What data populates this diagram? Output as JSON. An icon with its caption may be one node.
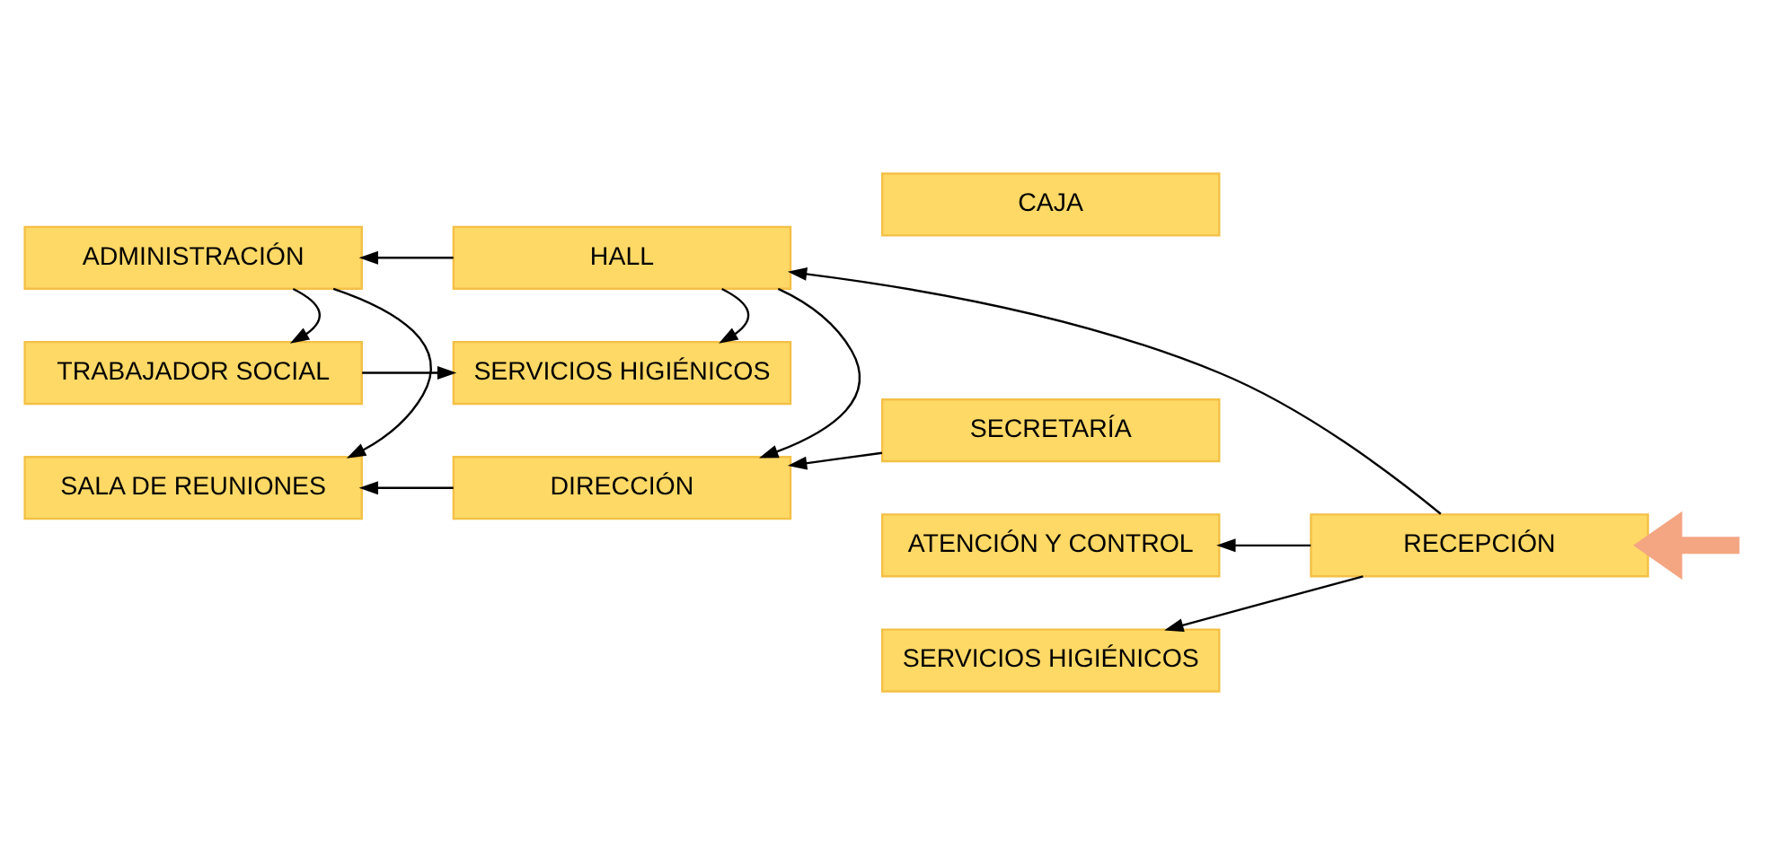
{
  "diagram": {
    "nodes": [
      {
        "text": [
          "RECEPCIÓN"
        ]
      },
      {
        "text": [
          "CAJA"
        ]
      },
      {
        "text": [
          "ATENCIÓN Y CONTROL"
        ]
      },
      {
        "text": [
          "SALA DE REUNIONES"
        ]
      },
      {
        "text": [
          "DIRECCIÓN"
        ]
      },
      {
        "text": [
          "SECRETARÍA"
        ]
      },
      {
        "text": [
          "ADMINISTRACIÓN"
        ]
      },
      {
        "text": [
          "HALL"
        ]
      },
      {
        "text": [
          "TRABAJADOR SOCIAL"
        ]
      },
      {
        "text": [
          "SERVICIOS HIGIÉNICOS"
        ]
      },
      {
        "text": [
          "SERVICIOS HIGIÉNICOS"
        ]
      }
    ],
    "edges": [
      {
        "from": null,
        "to": 0,
        "arrow": "to",
        "style": "thick",
        "color": "#f4a582"
      },
      {
        "from": 0,
        "to": 2,
        "arrow": "to"
      },
      {
        "from": 0,
        "to": 7,
        "arrow": "to"
      },
      {
        "from": 0,
        "to": 10,
        "arrow": "to"
      },
      {
        "from": 5,
        "to": 4,
        "arrow": "to"
      },
      {
        "from": 4,
        "to": 3,
        "arrow": "to"
      },
      {
        "from": 7,
        "to": 4,
        "arrow": "to"
      },
      {
        "from": 7,
        "to": 6,
        "arrow": "to"
      },
      {
        "from": 7,
        "to": 9,
        "arrow": "to"
      },
      {
        "from": 6,
        "to": 3,
        "arrow": "to"
      },
      {
        "from": 6,
        "to": 8,
        "arrow": "to"
      },
      {
        "from": 8,
        "to": 9,
        "arrow": "to"
      }
    ]
  }
}
